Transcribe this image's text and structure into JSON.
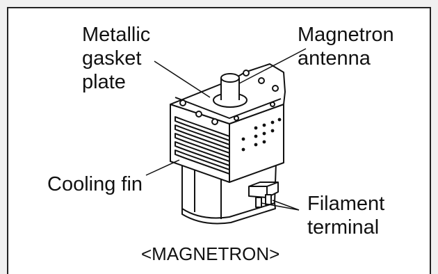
{
  "labels": {
    "gasket": {
      "lines": [
        "Metallic",
        "gasket",
        "plate"
      ]
    },
    "antenna": {
      "lines": [
        "Magnetron",
        "antenna"
      ]
    },
    "cooling_fin": "Cooling fin",
    "filament": {
      "lines": [
        "Filament",
        "terminal"
      ]
    },
    "caption": "<MAGNETRON>"
  },
  "icons": [
    "magnetron-illustration"
  ],
  "colors": {
    "background": "#f0f0f0",
    "panel": "#ffffff",
    "ink": "#111111"
  }
}
